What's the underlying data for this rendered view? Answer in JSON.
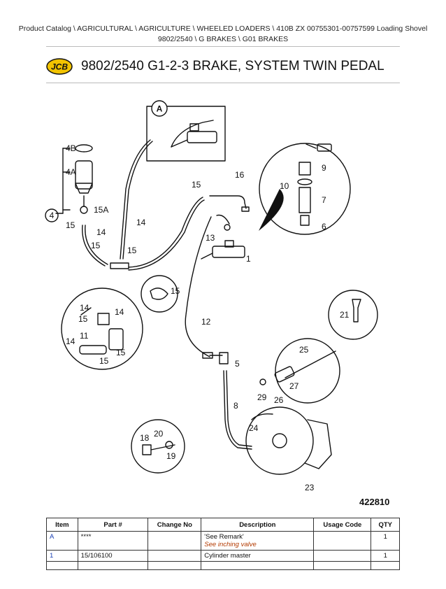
{
  "breadcrumb": {
    "line1": "Product Catalog  \\  AGRICULTURAL  \\  AGRICULTURE  \\  WHEELED LOADERS  \\  410B ZX 00755301-00757599 Loading Shovel",
    "line2": "9802/2540  \\  G BRAKES  \\  G01 BRAKES"
  },
  "logo_text": "JCB",
  "page_title": "9802/2540 G1-2-3 BRAKE, SYSTEM TWIN PEDAL",
  "figure_number": "422810",
  "callouts": {
    "A": "A",
    "c4B": "4B",
    "c4A": "4A",
    "c4": "4",
    "c15A": "15A",
    "c15a": "15",
    "c14a": "14",
    "c15b": "15",
    "c15c": "15",
    "c14b": "14",
    "c15d": "15",
    "c16": "16",
    "c13": "13",
    "c1": "1",
    "c15e": "15",
    "c12": "12",
    "c9": "9",
    "c10": "10",
    "c7": "7",
    "c6": "6",
    "c21": "21",
    "c14c": "14",
    "c14d": "14",
    "c15f": "15",
    "c11": "11",
    "c14e": "14",
    "c15g": "15",
    "c15h": "15",
    "c25": "25",
    "c5": "5",
    "c27": "27",
    "c29": "29",
    "c26": "26",
    "c8": "8",
    "c24": "24",
    "c20": "20",
    "c18": "18",
    "c19": "19",
    "c23": "23"
  },
  "parts_table": {
    "headers": {
      "item": "Item",
      "part": "Part #",
      "change": "Change No",
      "description": "Description",
      "usage": "Usage Code",
      "qty": "QTY"
    },
    "rows": [
      {
        "item": "A",
        "part": "****",
        "change": "",
        "description": "'See Remark'",
        "remark": "See inching valve",
        "usage": "",
        "qty": "1"
      },
      {
        "item": "1",
        "part": "15/106100",
        "change": "",
        "description": "Cylinder master",
        "remark": "",
        "usage": "",
        "qty": "1"
      },
      {
        "item": "",
        "part": "",
        "change": "",
        "description": "",
        "remark": "",
        "usage": "",
        "qty": ""
      }
    ]
  }
}
